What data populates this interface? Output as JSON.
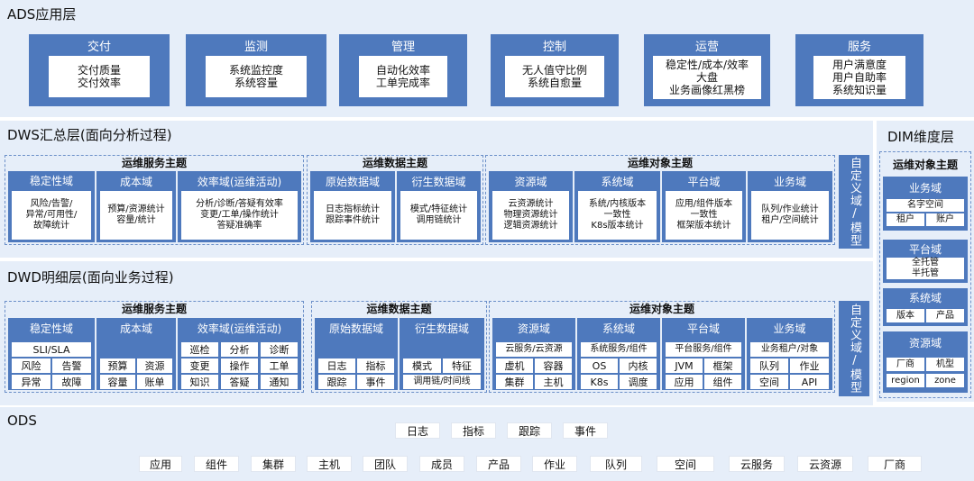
{
  "ads": {
    "title": "ADS应用层",
    "cards": [
      {
        "name": "交付",
        "lines": [
          "交付质量",
          "交付效率"
        ]
      },
      {
        "name": "监测",
        "lines": [
          "系统监控度",
          "系统容量"
        ]
      },
      {
        "name": "管理",
        "lines": [
          "自动化效率",
          "工单完成率"
        ]
      },
      {
        "name": "控制",
        "lines": [
          "无人值守比例",
          "系统自愈量"
        ]
      },
      {
        "name": "运营",
        "lines": [
          "稳定性/成本/效率",
          "大盘",
          "业务画像红黑榜"
        ]
      },
      {
        "name": "服务",
        "lines": [
          "用户满意度",
          "用户自助率",
          "系统知识量"
        ]
      }
    ]
  },
  "dws": {
    "title": "DWS汇总层(面向分析过程)",
    "ops_service": {
      "title": "运维服务主题",
      "domains": [
        {
          "name": "稳定性域",
          "lines": [
            "风险/告警/",
            "异常/可用性/",
            "故障统计"
          ]
        },
        {
          "name": "成本域",
          "lines": [
            "预算/资源统计",
            "容量/统计"
          ]
        },
        {
          "name": "效率域(运维活动)",
          "lines": [
            "分析/诊断/答疑有效率",
            "变更/工单/操作统计",
            "答疑准确率"
          ]
        }
      ]
    },
    "ops_data": {
      "title": "运维数据主题",
      "domains": [
        {
          "name": "原始数据域",
          "lines": [
            "日志指标统计",
            "跟踪事件统计"
          ]
        },
        {
          "name": "衍生数据域",
          "lines": [
            "模式/特征统计",
            "调用链统计"
          ]
        }
      ]
    },
    "ops_object": {
      "title": "运维对象主题",
      "domains": [
        {
          "name": "资源域",
          "lines": [
            "云资源统计",
            "物理资源统计",
            "逻辑资源统计"
          ]
        },
        {
          "name": "系统域",
          "lines": [
            "系统/内核版本",
            "一致性",
            "K8s版本统计"
          ]
        },
        {
          "name": "平台域",
          "lines": [
            "应用/组件版本",
            "一致性",
            "框架版本统计"
          ]
        },
        {
          "name": "业务域",
          "lines": [
            "队列/作业统计",
            "租户/空间统计"
          ]
        }
      ]
    },
    "custom": "自定义域/模型"
  },
  "dwd": {
    "title": "DWD明细层(面向业务过程)",
    "ops_service": {
      "title": "运维服务主题",
      "stability": {
        "name": "稳定性域",
        "sli": "SLI/SLA",
        "cells": [
          "风险",
          "告警",
          "异常",
          "故障"
        ]
      },
      "cost": {
        "name": "成本域",
        "cells": [
          "预算",
          "资源",
          "容量",
          "账单"
        ]
      },
      "efficiency": {
        "name": "效率域(运维活动)",
        "cells": [
          "巡检",
          "分析",
          "诊断",
          "变更",
          "操作",
          "工单",
          "知识",
          "答疑",
          "通知"
        ]
      }
    },
    "ops_data": {
      "title": "运维数据主题",
      "raw": {
        "name": "原始数据域",
        "cells": [
          "日志",
          "指标",
          "跟踪",
          "事件"
        ]
      },
      "derived": {
        "name": "衍生数据域",
        "cells": [
          "模式",
          "特征"
        ],
        "wide": "调用链/时间线"
      }
    },
    "ops_object": {
      "title": "运维对象主题",
      "resource": {
        "name": "资源域",
        "sub": "云服务/云资源",
        "cells": [
          "虚机",
          "容器",
          "集群",
          "主机"
        ]
      },
      "system": {
        "name": "系统域",
        "sub": "系统服务/组件",
        "cells": [
          "OS",
          "内核",
          "K8s",
          "调度"
        ]
      },
      "platform": {
        "name": "平台域",
        "sub": "平台服务/组件",
        "cells": [
          "JVM",
          "框架",
          "应用",
          "组件"
        ]
      },
      "business": {
        "name": "业务域",
        "sub": "业务租户/对象",
        "cells": [
          "队列",
          "作业",
          "空间",
          "API"
        ]
      }
    },
    "custom": "自定义域/模型"
  },
  "dim": {
    "title": "DIM维度层",
    "subtitle": "运维对象主题",
    "business": {
      "name": "业务域",
      "sub": "名字空间",
      "cells": [
        "租户",
        "账户"
      ]
    },
    "platform": {
      "name": "平台域",
      "lines": [
        "全托管",
        "半托管"
      ]
    },
    "system": {
      "name": "系统域",
      "cells": [
        "版本",
        "产品"
      ]
    },
    "resource": {
      "name": "资源域",
      "cells": [
        "厂商",
        "机型",
        "region",
        "zone"
      ]
    }
  },
  "ods": {
    "title": "ODS",
    "row1": [
      "日志",
      "指标",
      "跟踪",
      "事件"
    ],
    "row2": [
      "应用",
      "组件",
      "集群",
      "主机",
      "团队",
      "成员",
      "产品",
      "作业",
      "队列",
      "空间",
      "云服务",
      "云资源",
      "厂商"
    ]
  }
}
